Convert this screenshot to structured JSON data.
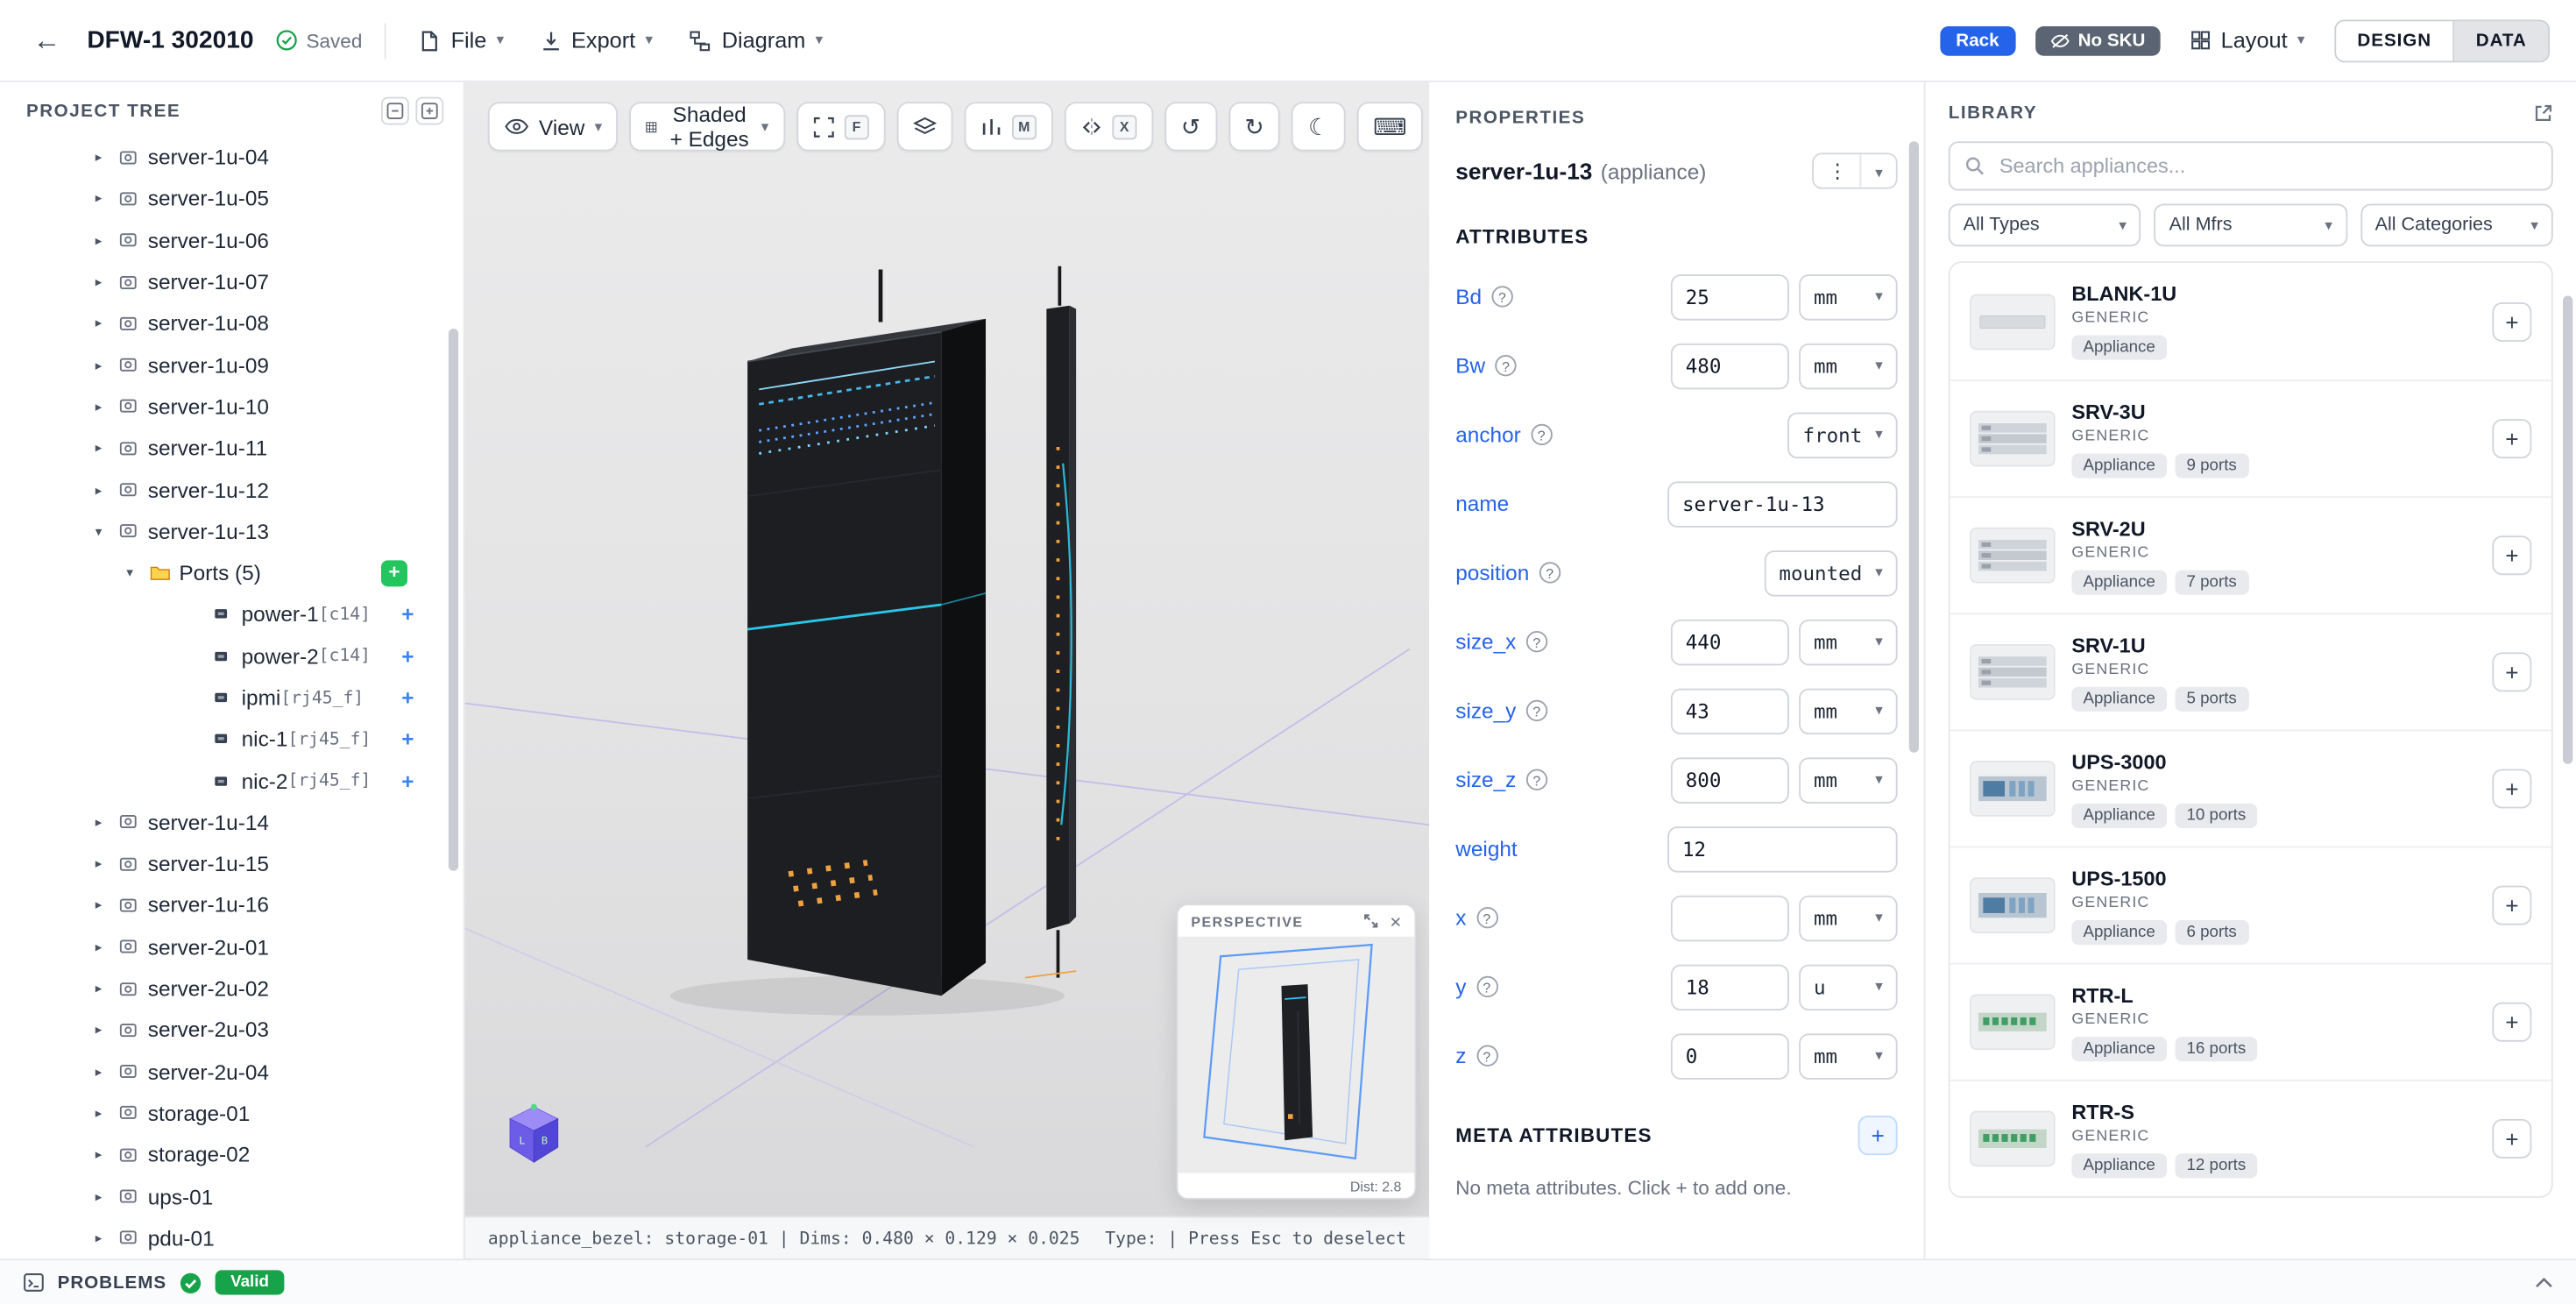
{
  "icons": {
    "back": "←",
    "chevron": "▾",
    "arrow_collapsed": "▸",
    "arrow_expanded": "▾",
    "help": "?",
    "kebab": "⋮",
    "moon": "☾",
    "keyboard": "⌨",
    "gear": "⚙",
    "undo": "↺",
    "redo": "↻",
    "plus": "+",
    "close": "×"
  },
  "colors": {
    "accent": "#2563eb",
    "green": "#16a34a",
    "badge_dark": "#5b6472",
    "rack_dark": "#1c1e22",
    "cyan": "#29c8e8",
    "orange": "#f0a13f"
  },
  "topbar": {
    "title": "DFW-1 302010",
    "saved_label": "Saved",
    "file_menu": "File",
    "export_menu": "Export",
    "diagram_menu": "Diagram",
    "rack_badge": "Rack",
    "no_sku_badge": "No SKU",
    "layout_menu": "Layout",
    "design_tab": "DESIGN",
    "data_tab": "DATA"
  },
  "project_tree": {
    "header": "PROJECT TREE",
    "items": [
      {
        "label": "server-1u-04",
        "level": 0,
        "arrow": "collapsed",
        "icon": "appliance"
      },
      {
        "label": "server-1u-05",
        "level": 0,
        "arrow": "collapsed",
        "icon": "appliance"
      },
      {
        "label": "server-1u-06",
        "level": 0,
        "arrow": "collapsed",
        "icon": "appliance"
      },
      {
        "label": "server-1u-07",
        "level": 0,
        "arrow": "collapsed",
        "icon": "appliance"
      },
      {
        "label": "server-1u-08",
        "level": 0,
        "arrow": "collapsed",
        "icon": "appliance"
      },
      {
        "label": "server-1u-09",
        "level": 0,
        "arrow": "collapsed",
        "icon": "appliance"
      },
      {
        "label": "server-1u-10",
        "level": 0,
        "arrow": "collapsed",
        "icon": "appliance"
      },
      {
        "label": "server-1u-11",
        "level": 0,
        "arrow": "collapsed",
        "icon": "appliance"
      },
      {
        "label": "server-1u-12",
        "level": 0,
        "arrow": "collapsed",
        "icon": "appliance"
      },
      {
        "label": "server-1u-13",
        "level": 0,
        "arrow": "expanded",
        "icon": "appliance"
      },
      {
        "label": "Ports (5)",
        "level": 1,
        "arrow": "expanded",
        "icon": "folder",
        "add": true
      },
      {
        "label": "power-1",
        "suffix": "[c14]",
        "level": 2,
        "icon": "port",
        "plus": true
      },
      {
        "label": "power-2",
        "suffix": "[c14]",
        "level": 2,
        "icon": "port",
        "plus": true
      },
      {
        "label": "ipmi",
        "suffix": "[rj45_f]",
        "level": 2,
        "icon": "port",
        "plus": true
      },
      {
        "label": "nic-1",
        "suffix": "[rj45_f]",
        "level": 2,
        "icon": "port",
        "plus": true
      },
      {
        "label": "nic-2",
        "suffix": "[rj45_f]",
        "level": 2,
        "icon": "port",
        "plus": true
      },
      {
        "label": "server-1u-14",
        "level": 0,
        "arrow": "collapsed",
        "icon": "appliance"
      },
      {
        "label": "server-1u-15",
        "level": 0,
        "arrow": "collapsed",
        "icon": "appliance"
      },
      {
        "label": "server-1u-16",
        "level": 0,
        "arrow": "collapsed",
        "icon": "appliance"
      },
      {
        "label": "server-2u-01",
        "level": 0,
        "arrow": "collapsed",
        "icon": "appliance"
      },
      {
        "label": "server-2u-02",
        "level": 0,
        "arrow": "collapsed",
        "icon": "appliance"
      },
      {
        "label": "server-2u-03",
        "level": 0,
        "arrow": "collapsed",
        "icon": "appliance"
      },
      {
        "label": "server-2u-04",
        "level": 0,
        "arrow": "collapsed",
        "icon": "appliance"
      },
      {
        "label": "storage-01",
        "level": 0,
        "arrow": "collapsed",
        "icon": "appliance"
      },
      {
        "label": "storage-02",
        "level": 0,
        "arrow": "collapsed",
        "icon": "appliance"
      },
      {
        "label": "ups-01",
        "level": 0,
        "arrow": "collapsed",
        "icon": "appliance"
      },
      {
        "label": "pdu-01",
        "level": 0,
        "arrow": "collapsed",
        "icon": "appliance"
      }
    ]
  },
  "viewport": {
    "view_menu": "View",
    "shading_menu": "Shaded + Edges",
    "key_f": "F",
    "key_m": "M",
    "key_x": "X",
    "status_left": "appliance_bezel: storage-01 | Dims: 0.480 × 0.129 × 0.025",
    "status_right": "Type: | Press Esc to deselect",
    "perspective": {
      "title": "PERSPECTIVE",
      "dist": "Dist: 2.8"
    }
  },
  "properties": {
    "header": "PROPERTIES",
    "object_name": "server-1u-13",
    "object_type": "(appliance)",
    "attributes_header": "ATTRIBUTES",
    "fields": [
      {
        "label": "Bd",
        "help": true,
        "kind": "unit",
        "value": "25",
        "unit": "mm"
      },
      {
        "label": "Bw",
        "help": true,
        "kind": "unit",
        "value": "480",
        "unit": "mm"
      },
      {
        "label": "anchor",
        "help": true,
        "kind": "select",
        "value": "front"
      },
      {
        "label": "name",
        "help": false,
        "kind": "text",
        "value": "server-1u-13"
      },
      {
        "label": "position",
        "help": true,
        "kind": "select",
        "value": "mounted"
      },
      {
        "label": "size_x",
        "help": true,
        "kind": "unit",
        "value": "440",
        "unit": "mm"
      },
      {
        "label": "size_y",
        "help": true,
        "kind": "unit",
        "value": "43",
        "unit": "mm"
      },
      {
        "label": "size_z",
        "help": true,
        "kind": "unit",
        "value": "800",
        "unit": "mm"
      },
      {
        "label": "weight",
        "help": false,
        "kind": "text",
        "value": "12"
      },
      {
        "label": "x",
        "help": true,
        "kind": "unit",
        "value": "",
        "unit": "mm"
      },
      {
        "label": "y",
        "help": true,
        "kind": "unit",
        "value": "18",
        "unit": "u"
      },
      {
        "label": "z",
        "help": true,
        "kind": "unit",
        "value": "0",
        "unit": "mm"
      }
    ],
    "meta_header": "META ATTRIBUTES",
    "meta_empty": "No meta attributes. Click + to add one."
  },
  "library": {
    "header": "LIBRARY",
    "search_placeholder": "Search appliances...",
    "filters": [
      "All Types",
      "All Mfrs",
      "All Categories"
    ],
    "items": [
      {
        "name": "BLANK-1U",
        "mfr": "GENERIC",
        "badges": [
          "Appliance"
        ],
        "thumb": "blank"
      },
      {
        "name": "SRV-3U",
        "mfr": "GENERIC",
        "badges": [
          "Appliance",
          "9 ports"
        ],
        "thumb": "srv"
      },
      {
        "name": "SRV-2U",
        "mfr": "GENERIC",
        "badges": [
          "Appliance",
          "7 ports"
        ],
        "thumb": "srv"
      },
      {
        "name": "SRV-1U",
        "mfr": "GENERIC",
        "badges": [
          "Appliance",
          "5 ports"
        ],
        "thumb": "srv"
      },
      {
        "name": "UPS-3000",
        "mfr": "GENERIC",
        "badges": [
          "Appliance",
          "10 ports"
        ],
        "thumb": "ups"
      },
      {
        "name": "UPS-1500",
        "mfr": "GENERIC",
        "badges": [
          "Appliance",
          "6 ports"
        ],
        "thumb": "ups"
      },
      {
        "name": "RTR-L",
        "mfr": "GENERIC",
        "badges": [
          "Appliance",
          "16 ports"
        ],
        "thumb": "rtr"
      },
      {
        "name": "RTR-S",
        "mfr": "GENERIC",
        "badges": [
          "Appliance",
          "12 ports"
        ],
        "thumb": "rtr"
      }
    ]
  },
  "statusbar": {
    "problems_label": "PROBLEMS",
    "valid_badge": "Valid"
  }
}
